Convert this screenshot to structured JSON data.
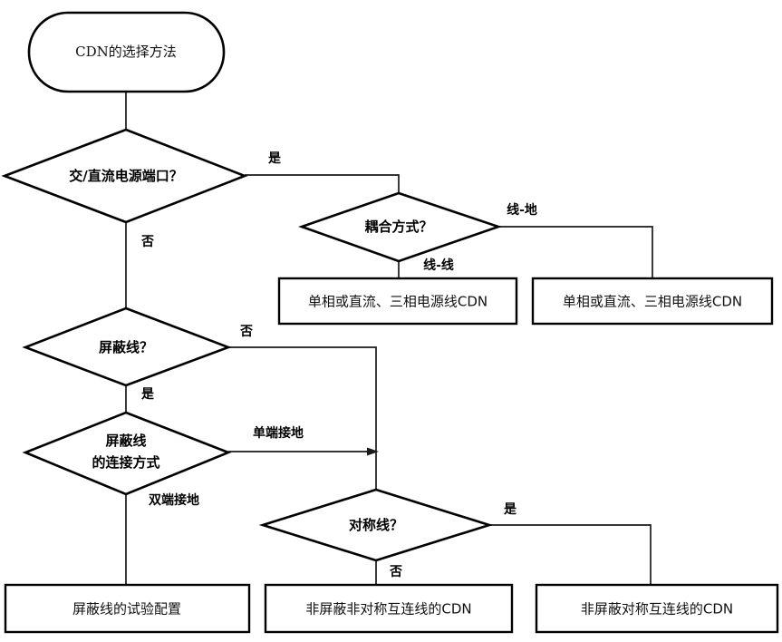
{
  "diagram": {
    "type": "flowchart",
    "title": "CDN的选择方法",
    "orientation": "top-down",
    "background": "#ffffff",
    "line_color": "#000000"
  },
  "nodes": {
    "start": {
      "id": "start",
      "shape": "terminator",
      "label": "CDN的选择方法"
    },
    "d1": {
      "id": "d1",
      "shape": "decision",
      "label": "交/直流电源端口？"
    },
    "d2": {
      "id": "d2",
      "shape": "decision",
      "label": "耦合方式？"
    },
    "d3": {
      "id": "d3",
      "shape": "decision",
      "label": "屏蔽线？"
    },
    "d4": {
      "id": "d4",
      "shape": "decision",
      "label_line1": "屏蔽线",
      "label_line2": "的连接方式"
    },
    "d5": {
      "id": "d5",
      "shape": "decision",
      "label": "对称线？"
    },
    "r1": {
      "id": "r1",
      "shape": "process",
      "label": "单相或直流、三相电源线CDN"
    },
    "r2": {
      "id": "r2",
      "shape": "process",
      "label": "单相或直流、三相电源线CDN"
    },
    "r3": {
      "id": "r3",
      "shape": "process",
      "label": "屏蔽线的试验配置"
    },
    "r4": {
      "id": "r4",
      "shape": "process",
      "label": "非屏蔽非对称互连线的CDN"
    },
    "r5": {
      "id": "r5",
      "shape": "process",
      "label": "非屏蔽对称互连线的CDN"
    }
  },
  "edge_labels": {
    "d1_yes": "是",
    "d1_no": "否",
    "d2_line_ground": "线-地",
    "d2_line_line": "线-线",
    "d3_no": "否",
    "d3_yes": "是",
    "d4_single": "单端接地",
    "d4_double": "双端接地",
    "d5_yes": "是",
    "d5_no": "否"
  },
  "edges": [
    {
      "from": "start",
      "to": "d1",
      "label": ""
    },
    {
      "from": "d1",
      "to": "d2",
      "label": "是"
    },
    {
      "from": "d1",
      "to": "d3",
      "label": "否"
    },
    {
      "from": "d2",
      "to": "r2",
      "label": "线-地"
    },
    {
      "from": "d2",
      "to": "r1",
      "label": "线-线"
    },
    {
      "from": "d3",
      "to": "d5",
      "label": "否"
    },
    {
      "from": "d3",
      "to": "d4",
      "label": "是"
    },
    {
      "from": "d4",
      "to": "d5",
      "label": "单端接地"
    },
    {
      "from": "d4",
      "to": "r3",
      "label": "双端接地"
    },
    {
      "from": "d5",
      "to": "r5",
      "label": "是"
    },
    {
      "from": "d5",
      "to": "r4",
      "label": "否"
    }
  ]
}
